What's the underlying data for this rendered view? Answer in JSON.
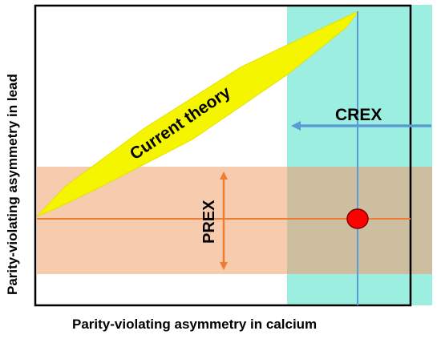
{
  "axes": {
    "x_label": "Parity-violating asymmetry in calcium",
    "y_label": "Parity-violating asymmetry in lead"
  },
  "labels": {
    "current_theory": "Current theory",
    "crex": "CREX",
    "prex": "PREX"
  },
  "colors": {
    "frame": "#000000",
    "crex_band": "#9CEEE0",
    "crex_line": "#5B9BD5",
    "prex_band": "#F7CBAE",
    "overlap": "#CDBE9F",
    "prex_line": "#ED7D31",
    "theory_band": "#F5F500",
    "theory_band_edge": "#E3E300",
    "measurement_point": "#FF0000",
    "measurement_point_edge": "#7A0000"
  },
  "icons": {
    "crex_arrow": "left-arrow-icon",
    "prex_arrow": "double-vertical-arrow-icon",
    "measurement": "red-circle-marker-icon"
  }
}
